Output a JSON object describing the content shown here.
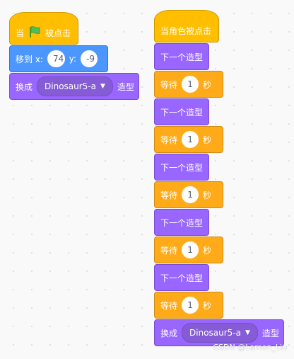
{
  "script1": {
    "hat": {
      "prefix": "当",
      "suffix": "被点击"
    },
    "goto": {
      "label": "移到 x:",
      "x": "74",
      "y_label": "y:",
      "y": "-9"
    },
    "switch": {
      "label": "换成",
      "costume": "Dinosaur5-a",
      "suffix": "造型"
    }
  },
  "script2": {
    "hat": {
      "label": "当角色被点击"
    },
    "next_label": "下一个造型",
    "wait": {
      "label": "等待",
      "value": "1",
      "unit": "秒"
    },
    "switch": {
      "label": "换成",
      "costume": "Dinosaur5-a",
      "suffix": "造型"
    }
  },
  "watermark": "CSDN @Lemon_Liu",
  "colors": {
    "events": "#ffbf00",
    "motion": "#4c97ff",
    "looks": "#9966ff",
    "control": "#ffab19"
  }
}
